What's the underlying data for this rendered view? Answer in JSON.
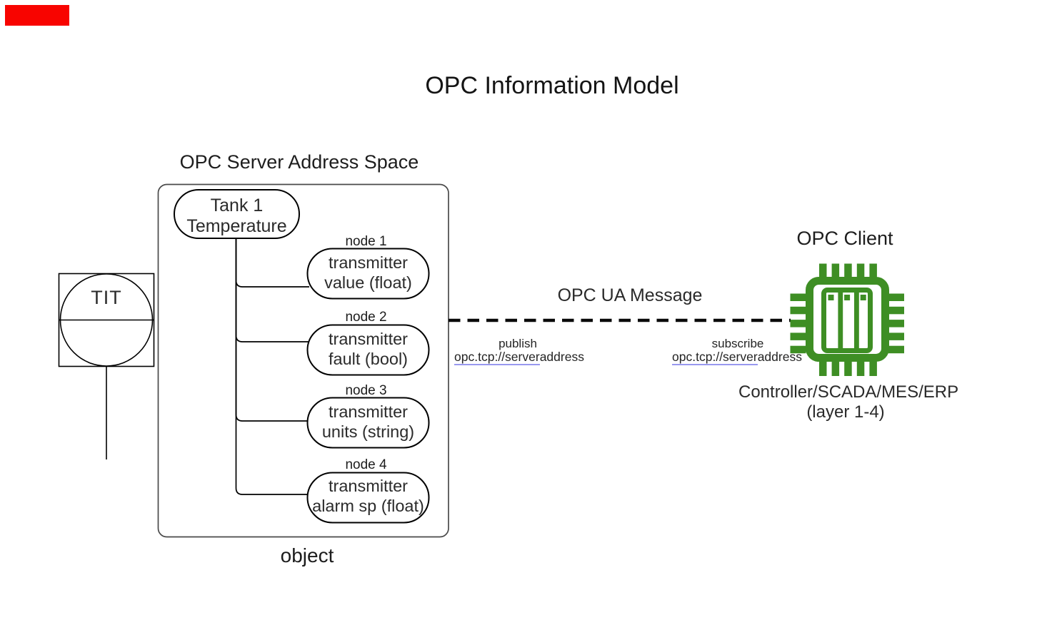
{
  "title": "OPC Information Model",
  "server": {
    "heading": "OPC Server Address Space",
    "object_label": "object",
    "tank_node": {
      "line1": "Tank 1",
      "line2": "Temperature"
    },
    "nodes": [
      {
        "label": "node 1",
        "line1": "transmitter",
        "line2": "value (float)"
      },
      {
        "label": "node 2",
        "line1": "transmitter",
        "line2": "fault (bool)"
      },
      {
        "label": "node 3",
        "line1": "transmitter",
        "line2": "units (string)"
      },
      {
        "label": "node 4",
        "line1": "transmitter",
        "line2": "alarm sp (float)"
      }
    ]
  },
  "instrument": {
    "tag": "TIT"
  },
  "message": {
    "label": "OPC UA Message",
    "publish": {
      "action": "publish",
      "address_link": "opc.tcp://server",
      "address_rest": "address"
    },
    "subscribe": {
      "action": "subscribe",
      "address_link": "opc.tcp://server",
      "address_rest": "address"
    }
  },
  "client": {
    "heading": "OPC Client",
    "caption_line1": "Controller/SCADA/MES/ERP",
    "caption_line2": "(layer 1-4)"
  },
  "icons": {
    "client": "chip-icon"
  },
  "colors": {
    "chip_green": "#3e8e24",
    "link_underline": "#9898ef",
    "annotation_red": "#f80400",
    "stroke_black": "#000000",
    "container_gray": "#4a4a4a"
  }
}
